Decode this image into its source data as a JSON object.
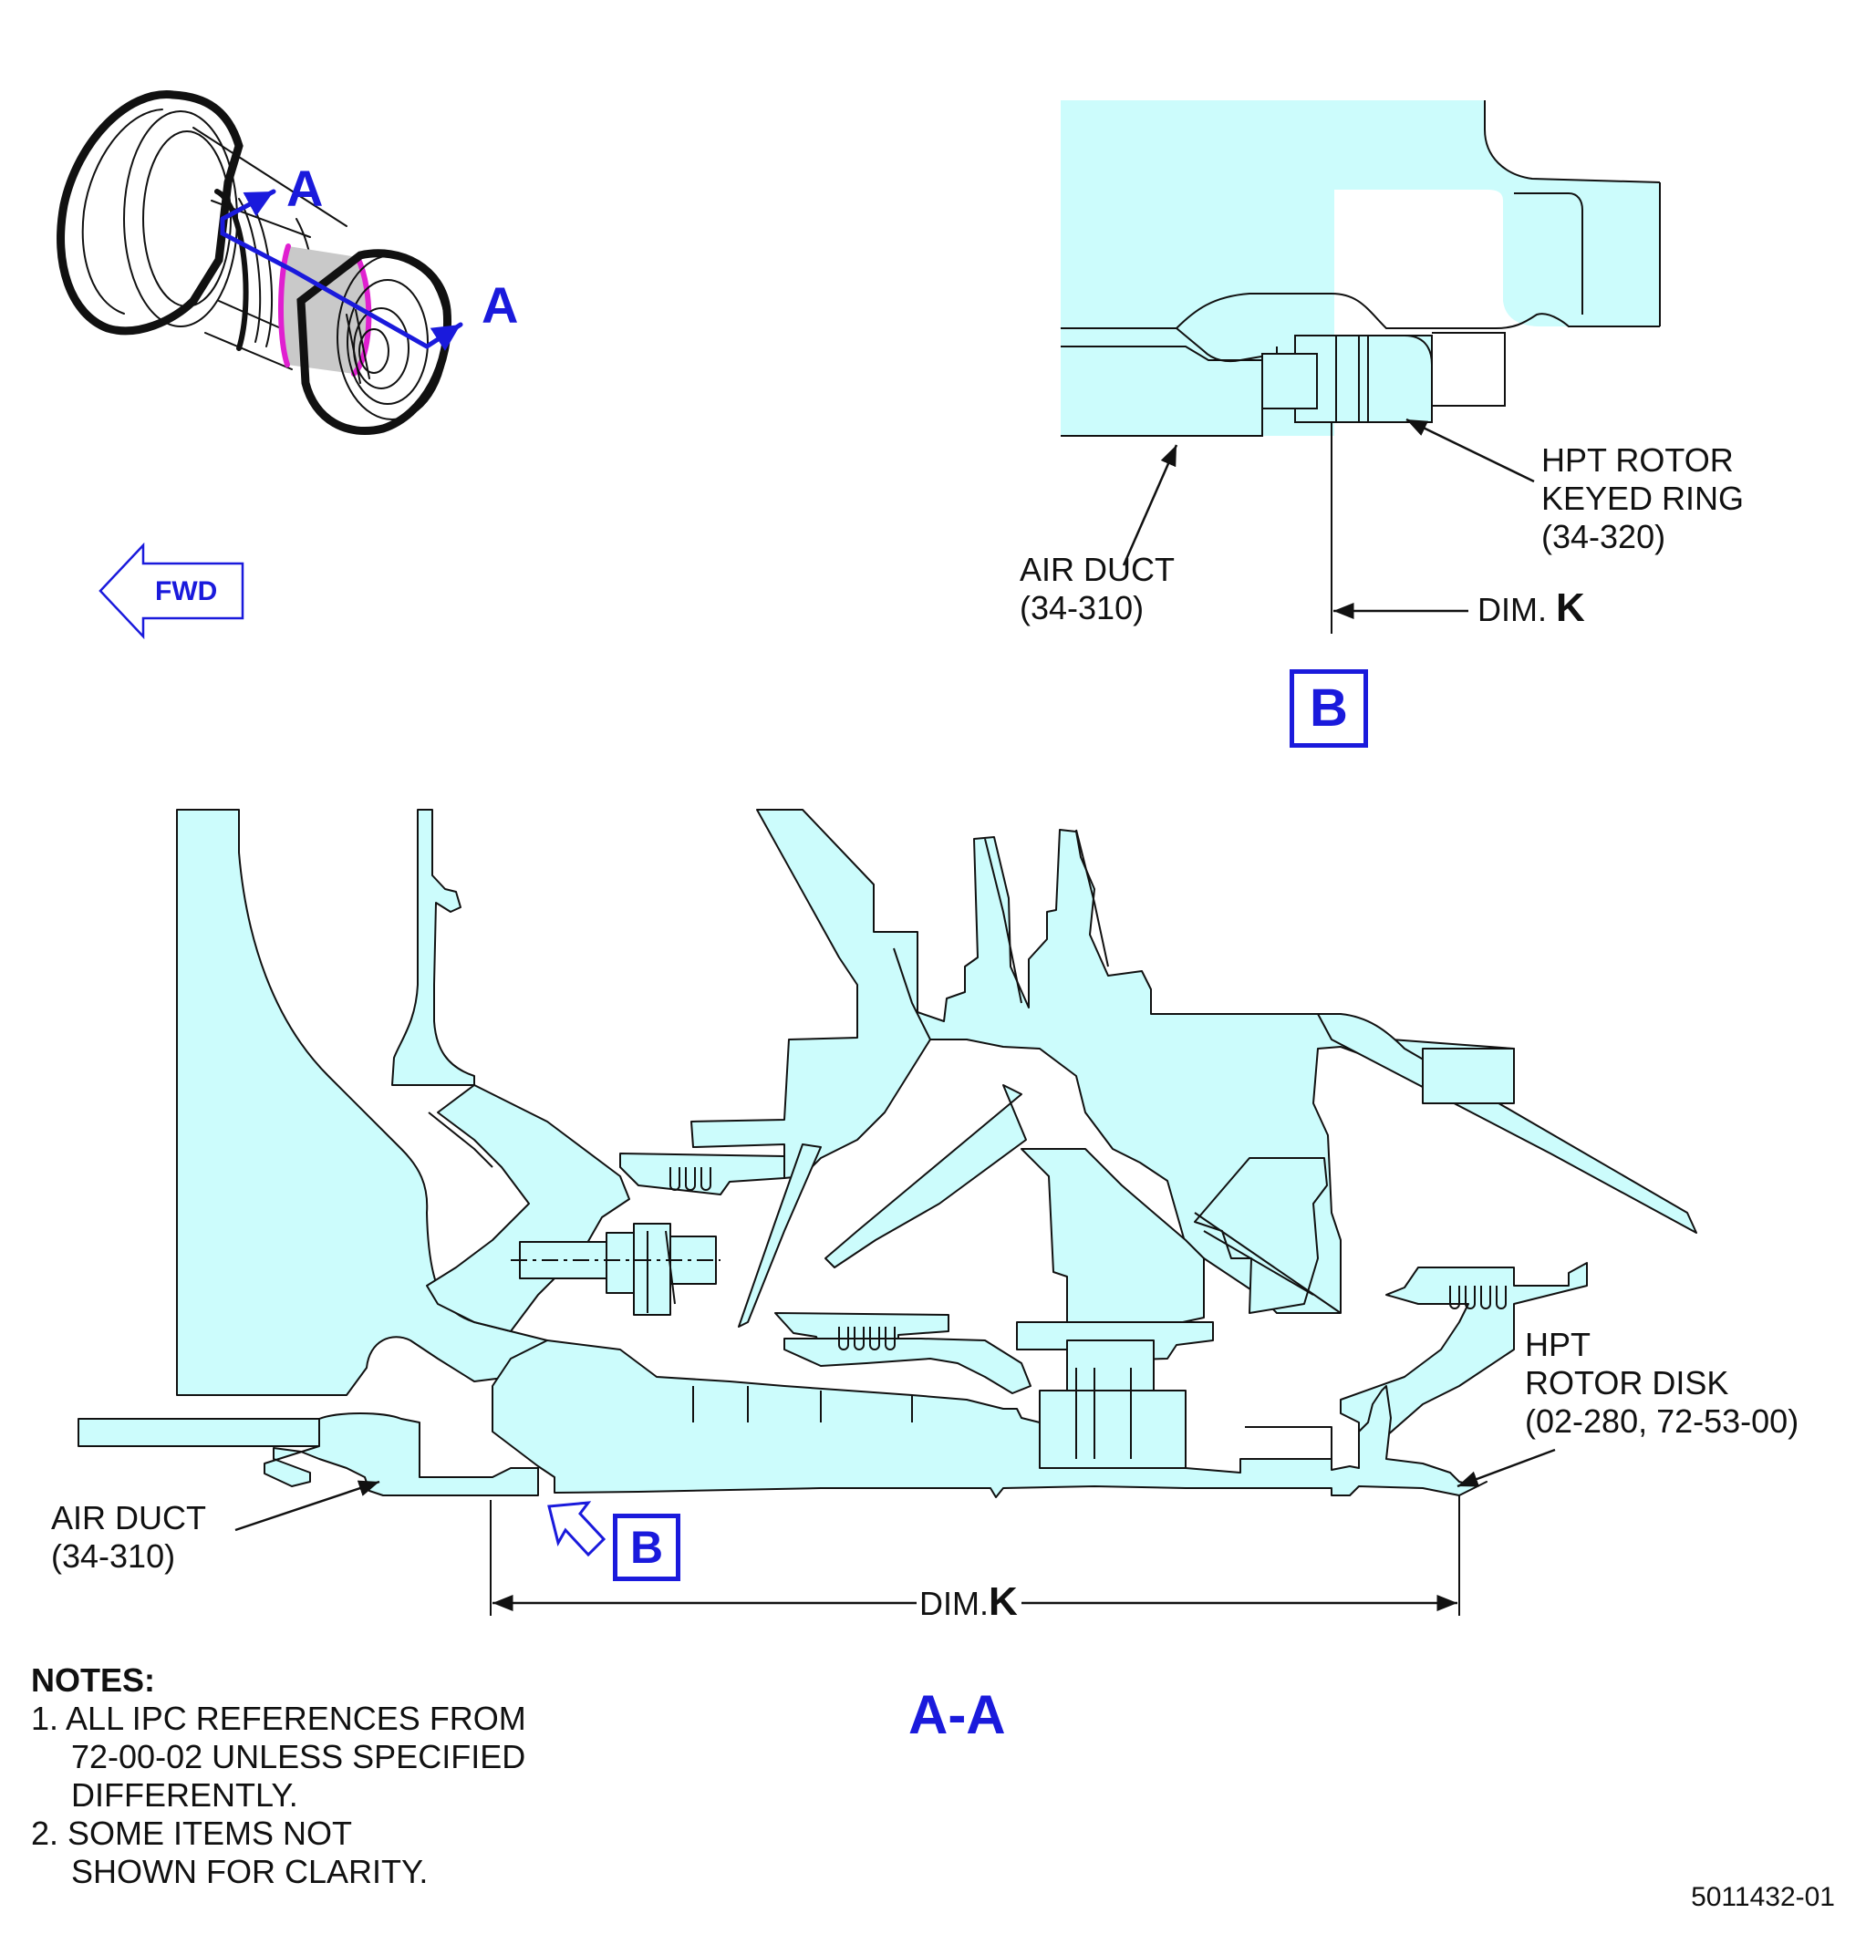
{
  "isometric": {
    "section_mark": "A",
    "fwd_label": "FWD"
  },
  "detail_b": {
    "air_duct_label": "AIR DUCT",
    "air_duct_ref": "(34-310)",
    "keyed_ring_line1": "HPT ROTOR",
    "keyed_ring_line2": "KEYED RING",
    "keyed_ring_ref": "(34-320)",
    "dim_prefix": "DIM.",
    "dim_letter": "K",
    "box_label": "B"
  },
  "section_aa": {
    "title": "A-A",
    "disk_line1": "HPT",
    "disk_line2": "ROTOR DISK",
    "disk_ref": "(02-280, 72-53-00)",
    "air_duct_label": "AIR DUCT",
    "air_duct_ref": "(34-310)",
    "dim_prefix": "DIM.",
    "dim_letter": "K",
    "view_label": "B"
  },
  "notes": {
    "heading": "NOTES:",
    "n1_line1": "1. ALL IPC REFERENCES FROM",
    "n1_line2": "72-00-02 UNLESS SPECIFIED",
    "n1_line3": "DIFFERENTLY.",
    "n2_line1": "2. SOME ITEMS NOT",
    "n2_line2": "SHOWN FOR CLARITY."
  },
  "figure_number": "5011432-01",
  "colors": {
    "part_fill": "#ccfcfc",
    "callout_blue": "#1a1adc",
    "highlight_magenta": "#e020d0"
  }
}
